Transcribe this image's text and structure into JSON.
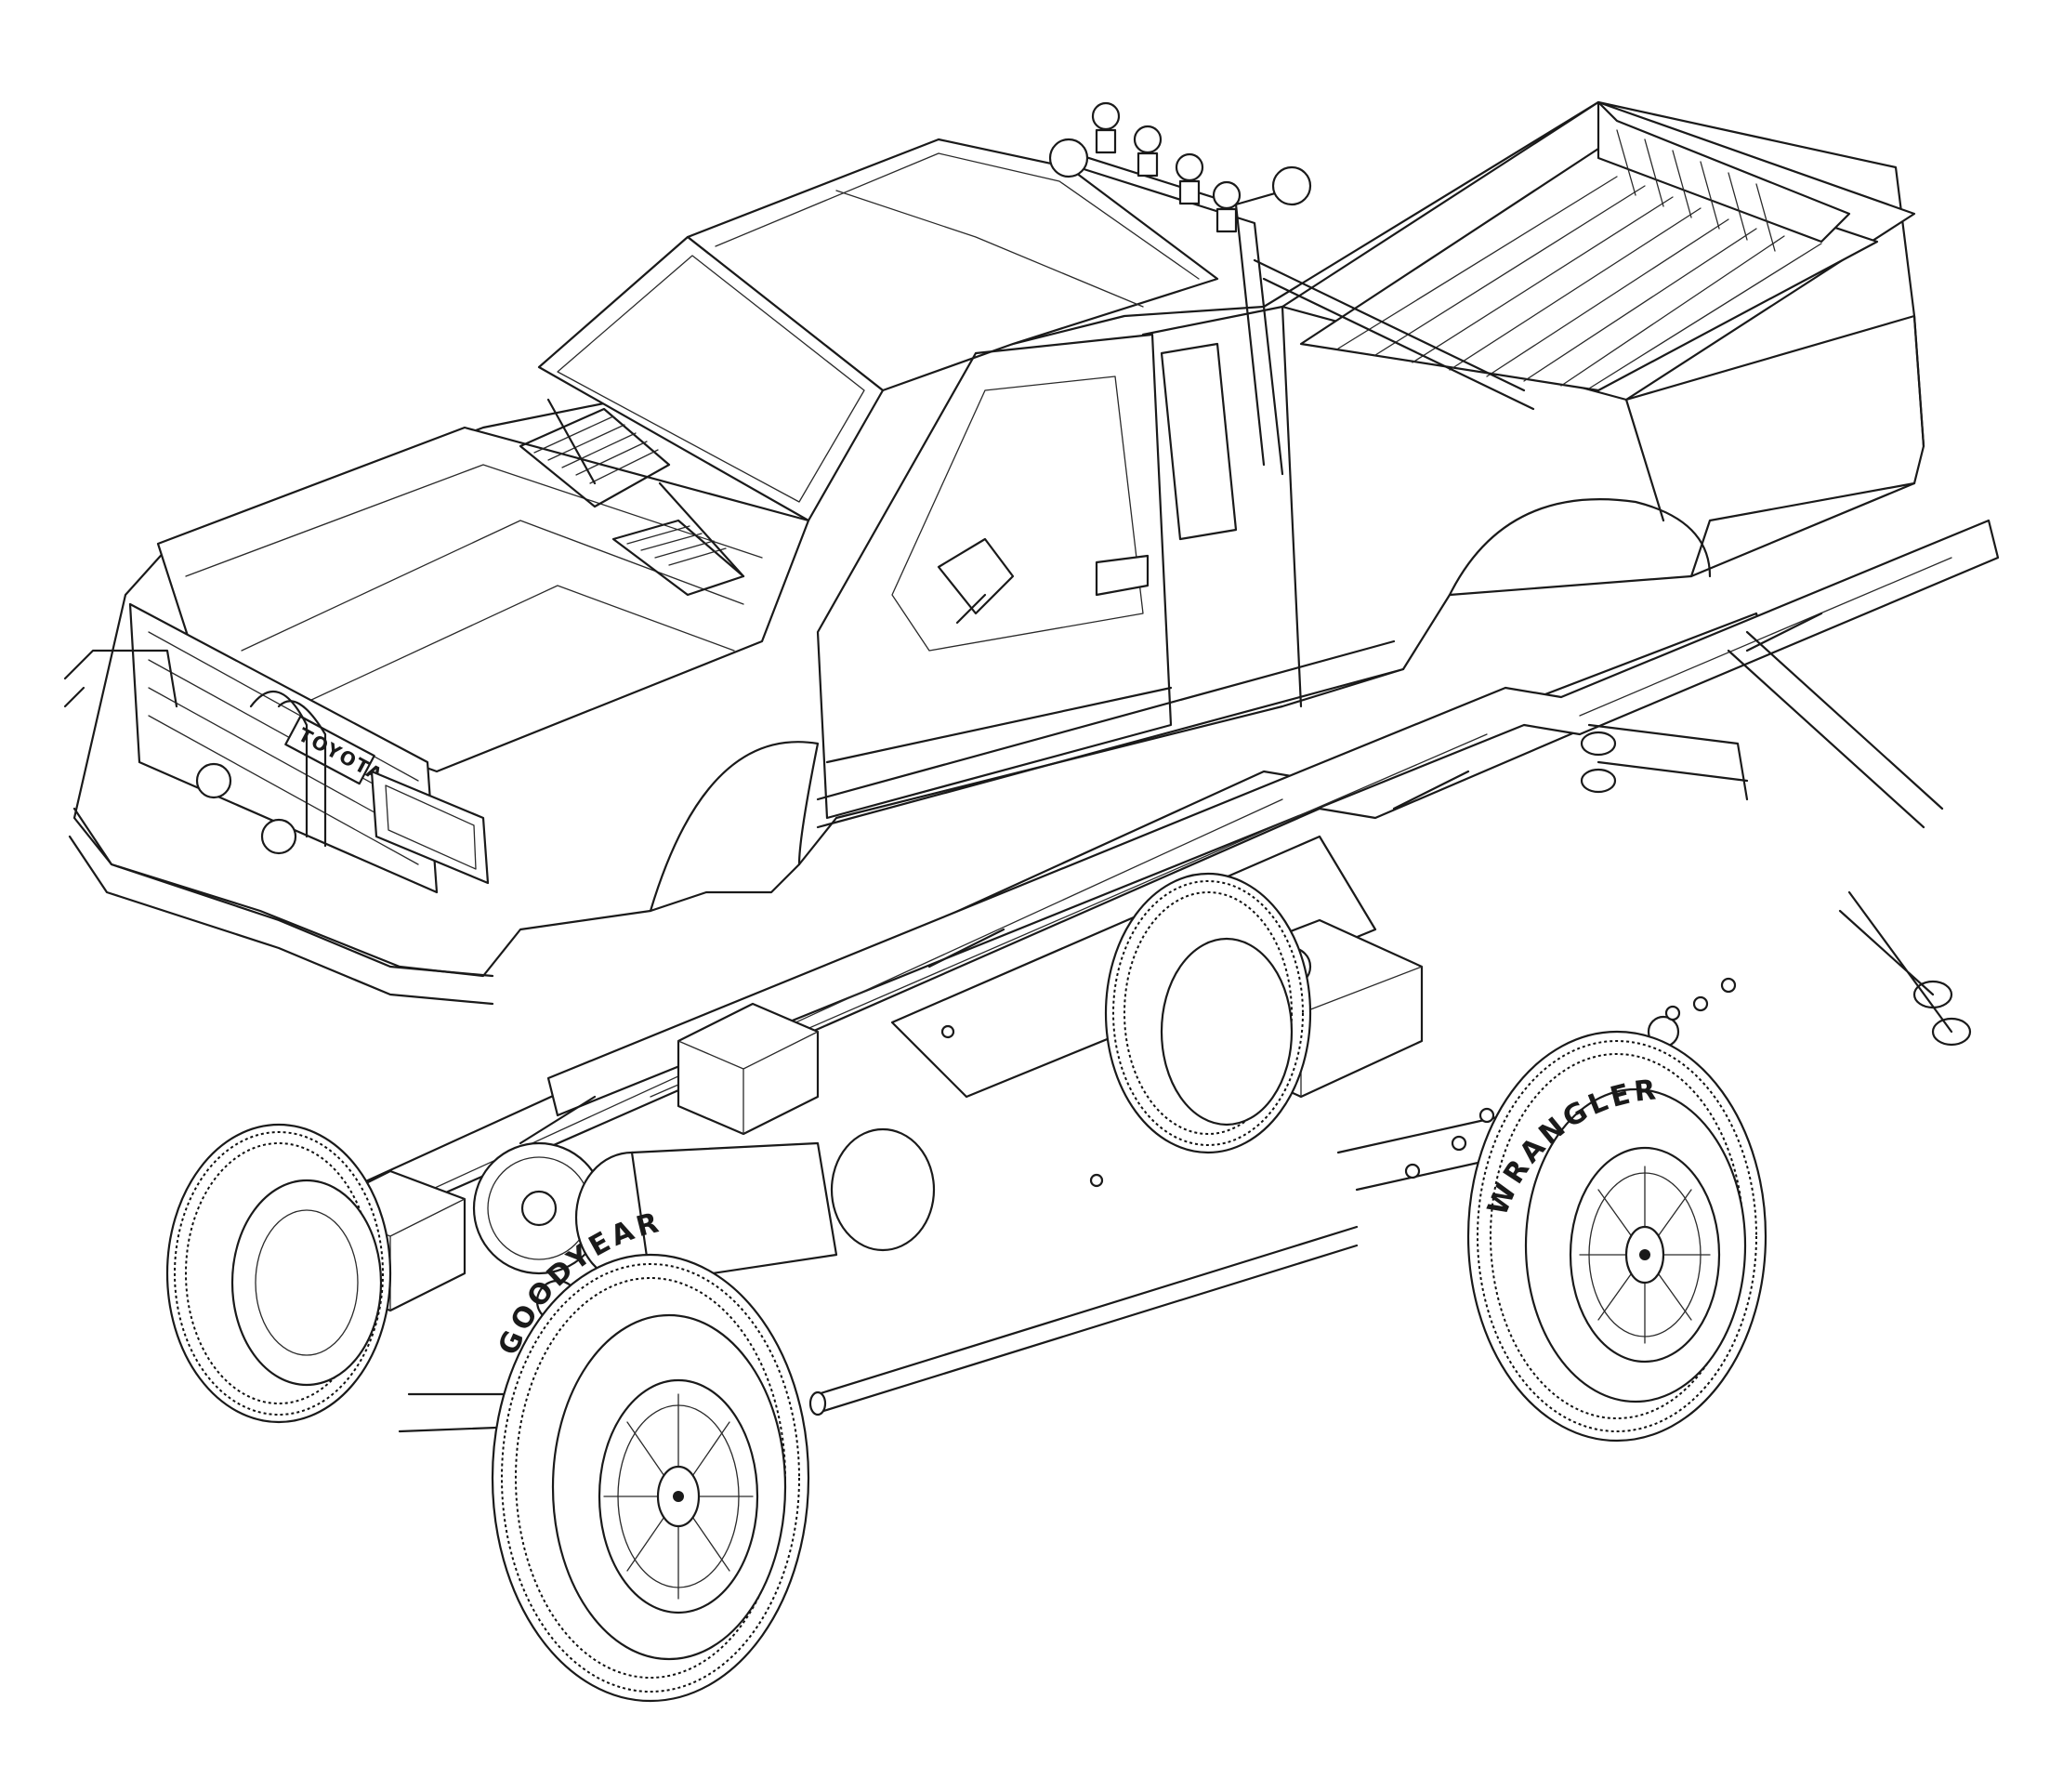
{
  "grille_badge": "TOYOTA",
  "tire_branding": {
    "brand": "GOODYEAR",
    "model": "WRANGLER"
  },
  "colors": {
    "line": "#1a1a1a",
    "background": "#ffffff"
  }
}
